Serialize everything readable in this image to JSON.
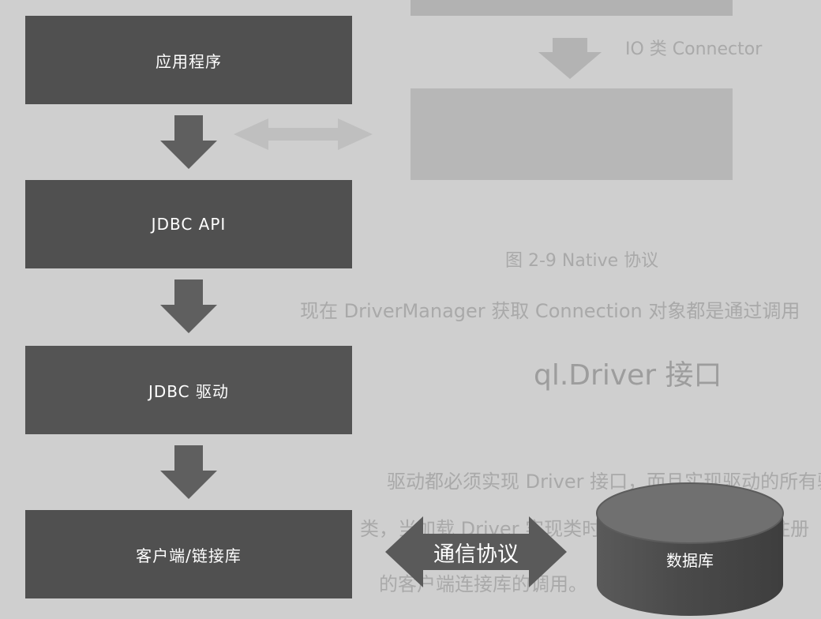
{
  "boxes": {
    "application": "应用程序",
    "jdbc_api": "JDBC API",
    "jdbc_driver": "JDBC 驱动",
    "client_library": "客户端/链接库"
  },
  "protocol_label": "通信协议",
  "database_label": "数据库",
  "background_text": {
    "figure_caption": "图 2-9 Native 协议",
    "heading": "ql.Driver 接口",
    "line1": "现在 DriverManager 获取 Connection 对象都是通过调用",
    "line2": "驱动都必须实现 Driver 接口，而且实现驱动的所有驱",
    "line3": "类，当加载 Driver 实现类时，它会在加载时自动注册",
    "line4": "的客户端连接库的调用。",
    "top_right": "IO 类 Connector"
  },
  "colors": {
    "page": "#cfcfcf",
    "box": "#505050",
    "arrow": "#5f5f5f",
    "ghost_text": "#a9a9a9",
    "db_top": "#6d6d6d",
    "db_side": "#4f4f4f",
    "label_text": "#ffffff"
  },
  "icons": [
    "down-arrow-icon",
    "double-arrow-icon",
    "database-cylinder-icon"
  ]
}
